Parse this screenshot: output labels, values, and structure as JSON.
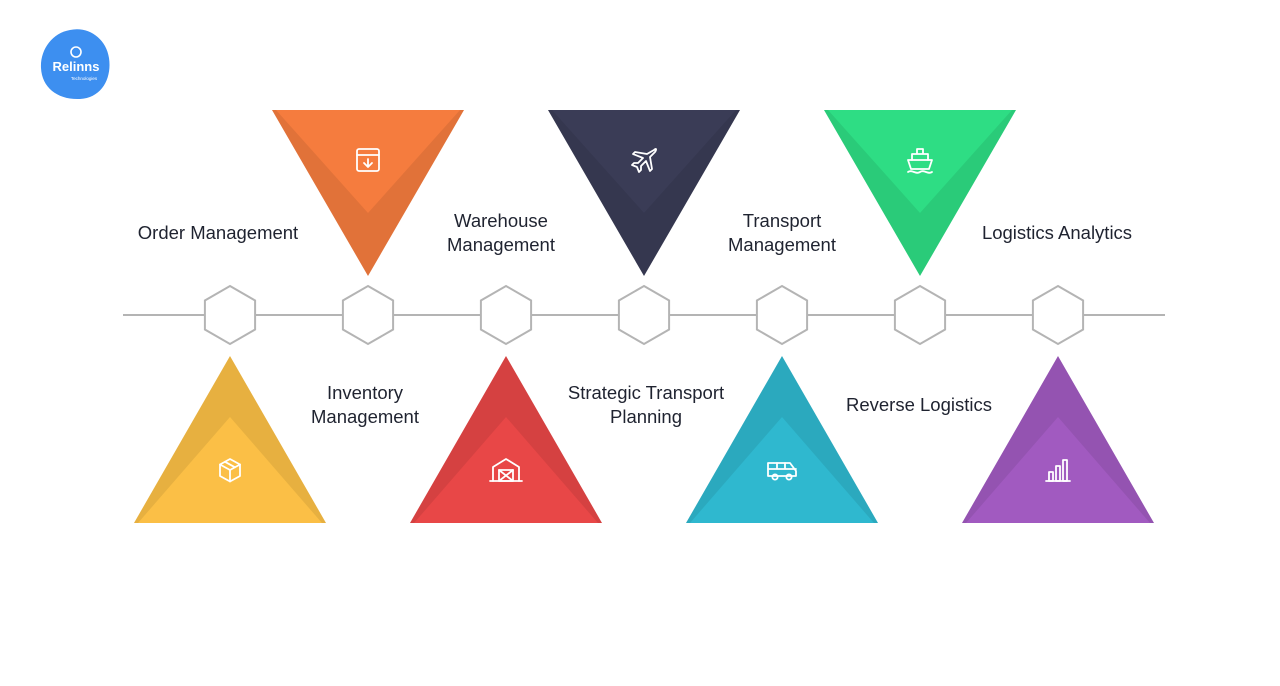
{
  "brand": {
    "logo_text": "Relinns",
    "logo_subtext": "Technologies",
    "color": "#3d8ff0"
  },
  "line_color": "#b4b4b4",
  "nodes": [
    {
      "id": "order",
      "label": [
        "Order Management"
      ],
      "color": "#fbbf46",
      "icon": "package-icon"
    },
    {
      "id": "inventory",
      "label": [
        "Inventory",
        "Management"
      ],
      "color": "#f57c3e",
      "icon": "inbox-download-icon"
    },
    {
      "id": "warehouse",
      "label": [
        "Warehouse",
        "Management"
      ],
      "color": "#e84747",
      "icon": "warehouse-icon"
    },
    {
      "id": "strategic",
      "label": [
        "Strategic Transport",
        "Planning"
      ],
      "color": "#3a3c56",
      "icon": "airplane-icon"
    },
    {
      "id": "transport",
      "label": [
        "Transport",
        "Management"
      ],
      "color": "#2fb8cf",
      "icon": "van-icon"
    },
    {
      "id": "reverse",
      "label": [
        "Reverse Logistics"
      ],
      "color": "#2edd84",
      "icon": "ship-icon"
    },
    {
      "id": "analytics",
      "label": [
        "Logistics Analytics"
      ],
      "color": "#a15ac0",
      "icon": "bar-chart-icon"
    }
  ]
}
